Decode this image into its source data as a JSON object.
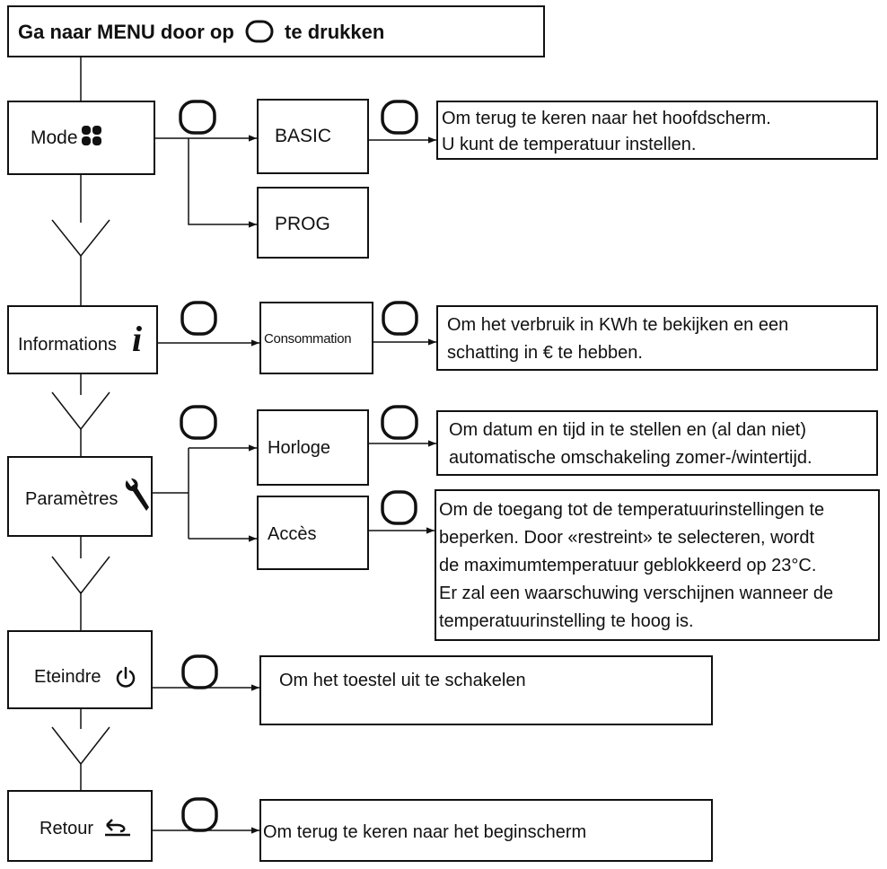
{
  "header": {
    "before": "Ga naar MENU door op",
    "after": "te drukken"
  },
  "mode": {
    "label": "Mode",
    "icon": "four-petal-icon",
    "basic": "BASIC",
    "basic_desc": [
      "Om terug te keren naar het hoofdscherm.",
      "U kunt de temperatuur instellen."
    ],
    "prog": "PROG"
  },
  "informations": {
    "label": "Informations",
    "icon": "info-i-icon",
    "consommation": "Consommation",
    "consommation_desc": [
      "Om het verbruik in KWh te bekijken en een",
      "schatting in € te hebben."
    ]
  },
  "parametres": {
    "label": "Paramètres",
    "icon": "wrench-icon",
    "horloge": "Horloge",
    "horloge_desc": [
      "Om datum en tijd in te stellen en (al dan niet)",
      "automatische omschakeling zomer-/wintertijd."
    ],
    "acces": "Accès",
    "acces_desc": [
      "Om de toegang tot de temperatuurinstellingen te",
      "beperken. Door «restreint» te selecteren, wordt",
      "de maximumtemperatuur geblokkeerd op 23°C.",
      "Er zal een waarschuwing verschijnen wanneer de",
      "temperatuurinstelling te hoog is."
    ]
  },
  "eteindre": {
    "label": "Eteindre",
    "icon": "power-icon",
    "desc": "Om het toestel uit te schakelen"
  },
  "retour": {
    "label": "Retour",
    "icon": "return-arrow-icon",
    "desc": "Om terug te keren naar het beginscherm"
  }
}
